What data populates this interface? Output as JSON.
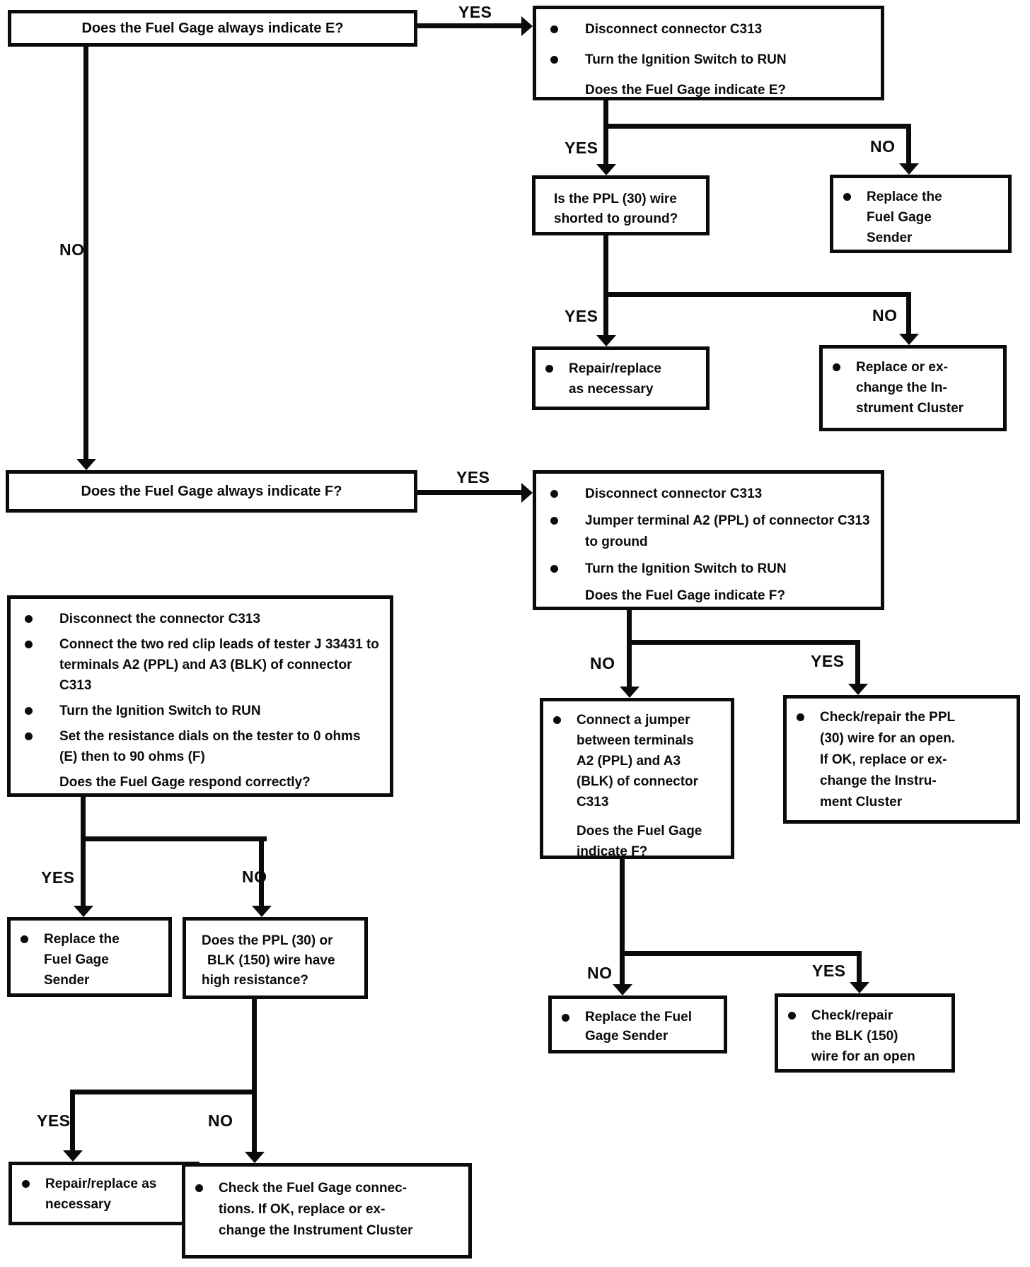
{
  "labels": {
    "yes": "YES",
    "no": "NO"
  },
  "boxes": {
    "q_always_e": {
      "rows": [
        {
          "bullet": false,
          "lines": [
            "Does the Fuel Gage always indicate E?"
          ]
        }
      ]
    },
    "test_e": {
      "rows": [
        {
          "bullet": true,
          "lines": [
            "Disconnect connector C313"
          ]
        },
        {
          "bullet": true,
          "lines": [
            "Turn the Ignition Switch to RUN"
          ]
        },
        {
          "bullet": false,
          "lines": [
            "Does the Fuel Gage indicate E?"
          ]
        }
      ]
    },
    "q_ppl_short": {
      "rows": [
        {
          "bullet": false,
          "lines": [
            "Is the PPL (30) wire",
            "shorted to ground?"
          ]
        }
      ]
    },
    "replace_sender_a": {
      "rows": [
        {
          "bullet": true,
          "lines": [
            "Replace the",
            "Fuel Gage",
            "Sender"
          ]
        }
      ]
    },
    "repair_replace_top": {
      "rows": [
        {
          "bullet": true,
          "lines": [
            "Repair/replace",
            "as necessary"
          ]
        }
      ]
    },
    "replace_cluster_top": {
      "rows": [
        {
          "bullet": true,
          "lines": [
            "Replace or ex-",
            "change the In-",
            "strument Cluster"
          ]
        }
      ]
    },
    "q_always_f": {
      "rows": [
        {
          "bullet": false,
          "lines": [
            "Does the Fuel Gage always indicate F?"
          ]
        }
      ]
    },
    "test_f": {
      "rows": [
        {
          "bullet": true,
          "lines": [
            "Disconnect connector C313"
          ]
        },
        {
          "bullet": true,
          "lines": [
            "Jumper terminal A2 (PPL) of connector C313 to ground"
          ]
        },
        {
          "bullet": true,
          "lines": [
            "Turn the Ignition Switch to RUN"
          ]
        },
        {
          "bullet": false,
          "lines": [
            "Does the Fuel Gage indicate F?"
          ]
        }
      ]
    },
    "tester_check": {
      "rows": [
        {
          "bullet": true,
          "lines": [
            "Disconnect the connector C313"
          ]
        },
        {
          "bullet": true,
          "lines": [
            "Connect the two red clip leads of tester J 33431 to terminals A2 (PPL) and A3 (BLK) of connector C313"
          ]
        },
        {
          "bullet": true,
          "lines": [
            "Turn the Ignition Switch to RUN"
          ]
        },
        {
          "bullet": true,
          "lines": [
            "Set the resistance dials on the tester to 0 ohms (E) then to 90 ohms (F)"
          ]
        },
        {
          "bullet": false,
          "lines": [
            "Does the Fuel Gage respond correctly?"
          ]
        }
      ]
    },
    "jumper_check": {
      "rows": [
        {
          "bullet": true,
          "lines": [
            "Connect a jumper",
            "between terminals",
            "A2 (PPL) and A3",
            "(BLK) of connector",
            "C313"
          ]
        },
        {
          "bullet": false,
          "lines": [
            "Does the Fuel Gage",
            "indicate F?"
          ]
        }
      ]
    },
    "check_ppl_open": {
      "rows": [
        {
          "bullet": true,
          "lines": [
            "Check/repair the PPL",
            "(30) wire for an open.",
            "If OK, replace or ex-",
            "change the Instru-",
            "ment Cluster"
          ]
        }
      ]
    },
    "replace_sender_b": {
      "rows": [
        {
          "bullet": true,
          "lines": [
            "Replace the",
            "Fuel Gage",
            "Sender"
          ]
        }
      ]
    },
    "q_high_resistance": {
      "rows": [
        {
          "bullet": false,
          "lines": [
            "Does the PPL (30) or",
            "BLK (150) wire have",
            "high resistance?"
          ]
        }
      ]
    },
    "replace_sender_c": {
      "rows": [
        {
          "bullet": true,
          "lines": [
            "Replace the Fuel",
            "Gage Sender"
          ]
        }
      ]
    },
    "check_blk_open": {
      "rows": [
        {
          "bullet": true,
          "lines": [
            "Check/repair",
            "the BLK (150)",
            "wire for an open"
          ]
        }
      ]
    },
    "repair_replace_bottom": {
      "rows": [
        {
          "bullet": true,
          "lines": [
            "Repair/replace as",
            "necessary"
          ]
        }
      ]
    },
    "check_connections": {
      "rows": [
        {
          "bullet": true,
          "lines": [
            "Check the Fuel Gage connec-",
            "tions. If OK, replace or ex-",
            "change the Instrument Cluster"
          ]
        }
      ]
    }
  }
}
